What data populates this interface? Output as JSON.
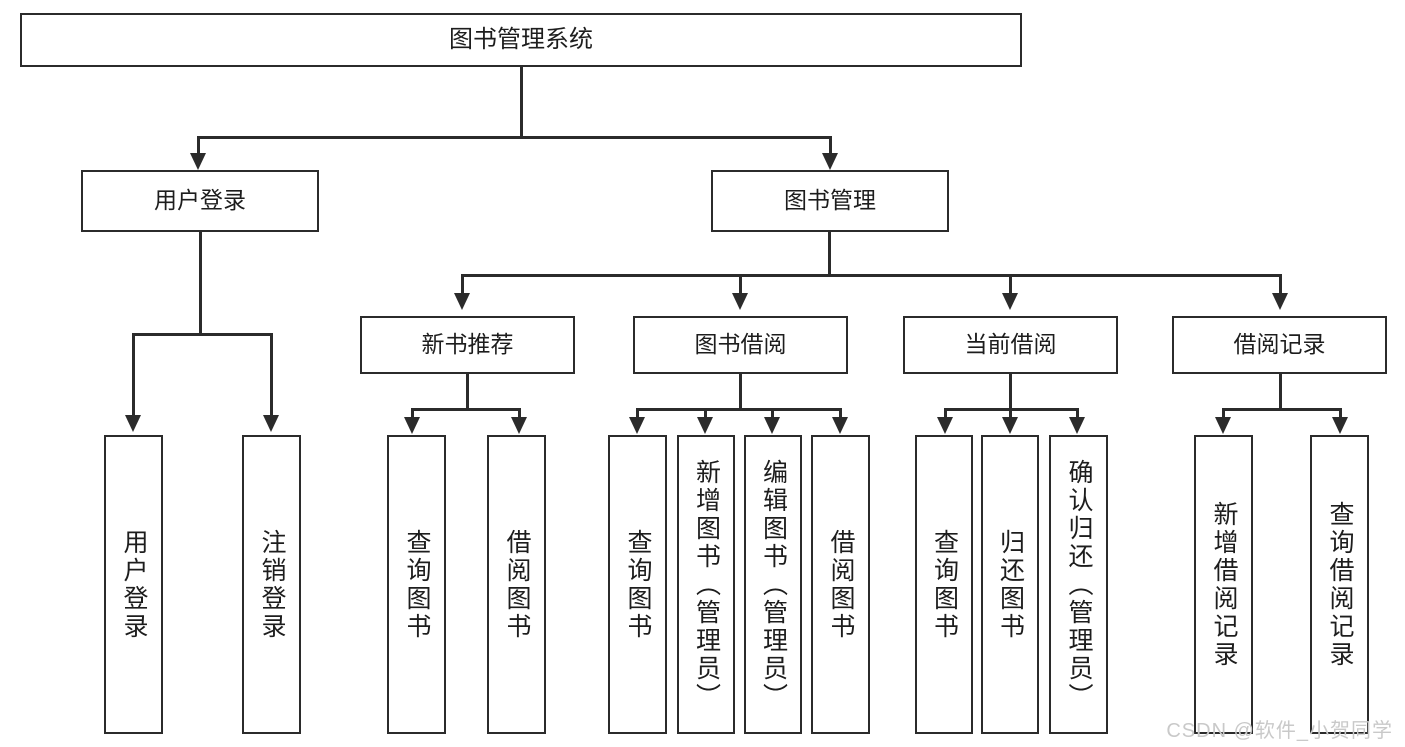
{
  "diagram": {
    "type": "tree-hierarchy",
    "title": "图书管理系统",
    "watermark": "CSDN @软件_小贺同学",
    "colors": {
      "stroke": "#2b2b2b",
      "fill": "#ffffff",
      "text": "#1d1d1d",
      "watermark": "#c9c9c9"
    },
    "root": {
      "label": "图书管理系统"
    },
    "level2": [
      {
        "label": "用户登录"
      },
      {
        "label": "图书管理"
      }
    ],
    "level3": [
      {
        "label": "新书推荐"
      },
      {
        "label": "图书借阅"
      },
      {
        "label": "当前借阅"
      },
      {
        "label": "借阅记录"
      }
    ],
    "leaves": {
      "user_login": [
        {
          "label": "用户登录"
        },
        {
          "label": "注销登录"
        }
      ],
      "new_book_recommend": [
        {
          "label": "查询图书"
        },
        {
          "label": "借阅图书"
        }
      ],
      "book_borrow": [
        {
          "label": "查询图书"
        },
        {
          "label": "新增图书（管理员）"
        },
        {
          "label": "编辑图书（管理员）"
        },
        {
          "label": "借阅图书"
        }
      ],
      "current_borrow": [
        {
          "label": "查询图书"
        },
        {
          "label": "归还图书"
        },
        {
          "label": "确认归还（管理员）"
        }
      ],
      "borrow_record": [
        {
          "label": "新增借阅记录"
        },
        {
          "label": "查询借阅记录"
        }
      ]
    }
  }
}
